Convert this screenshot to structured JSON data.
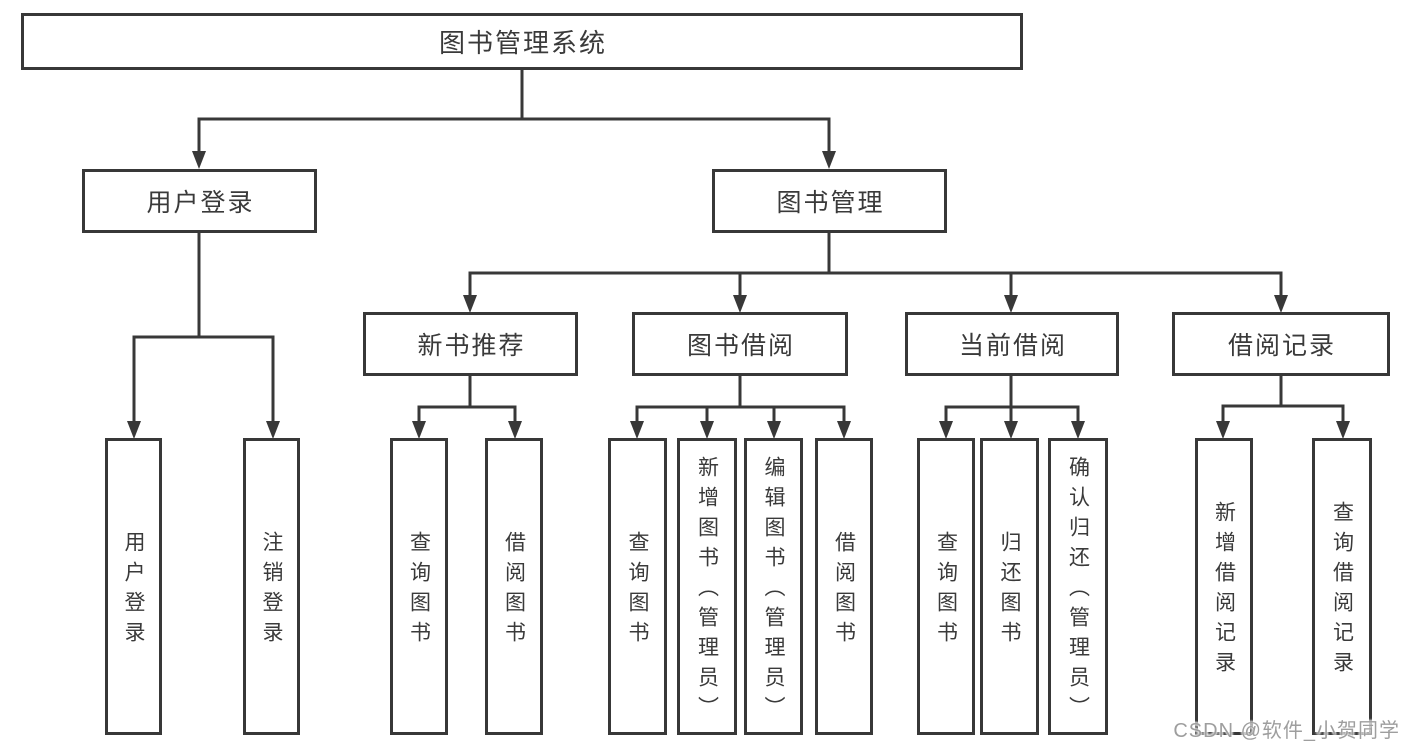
{
  "diagram": {
    "title": "图书管理系统",
    "root": {
      "label": "图书管理系统"
    },
    "level2": [
      {
        "label": "用户登录"
      },
      {
        "label": "图书管理"
      }
    ],
    "level3": [
      {
        "label": "新书推荐"
      },
      {
        "label": "图书借阅"
      },
      {
        "label": "当前借阅"
      },
      {
        "label": "借阅记录"
      }
    ],
    "leaves": [
      {
        "label": "用户登录"
      },
      {
        "label": "注销登录"
      },
      {
        "label": "查询图书"
      },
      {
        "label": "借阅图书"
      },
      {
        "label": "查询图书"
      },
      {
        "label": "新增图书（管理员）"
      },
      {
        "label": "编辑图书（管理员）"
      },
      {
        "label": "借阅图书"
      },
      {
        "label": "查询图书"
      },
      {
        "label": "归还图书"
      },
      {
        "label": "确认归还（管理员）"
      },
      {
        "label": "新增借阅记录"
      },
      {
        "label": "查询借阅记录"
      }
    ]
  },
  "watermark": {
    "text": "CSDN @软件_小贺同学"
  },
  "colors": {
    "line": "#383838",
    "text": "#3a3a3a",
    "box_fill": "#ffffff",
    "background": "#ffffff",
    "watermark": "#9e9e9e"
  }
}
